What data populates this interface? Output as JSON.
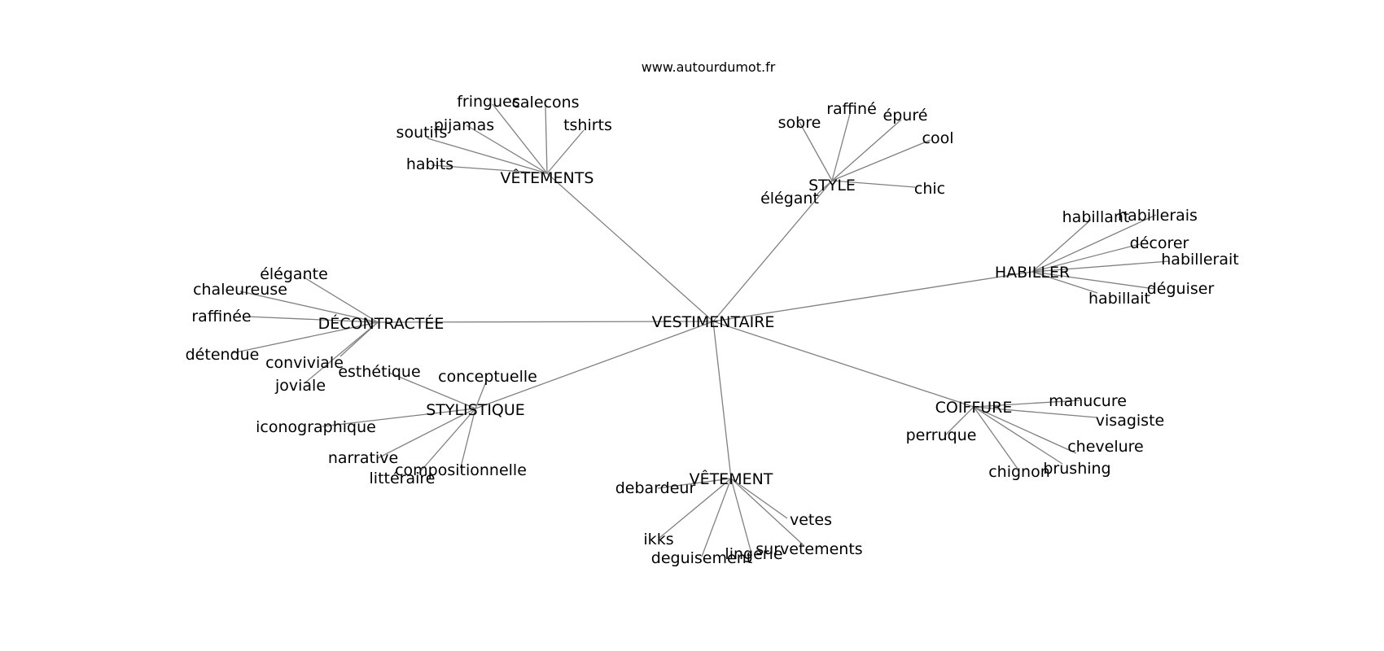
{
  "header": {
    "source_text": "www.autourdumot.fr"
  },
  "graph": {
    "root": "VESTIMENTAIRE",
    "groups": [
      {
        "hub": "VÊTEMENTS",
        "leaves": [
          "fringues",
          "calecons",
          "pijamas",
          "tshirts",
          "soutifs",
          "habits"
        ]
      },
      {
        "hub": "STYLE",
        "leaves": [
          "sobre",
          "raffiné",
          "épuré",
          "cool",
          "chic",
          "élégant"
        ]
      },
      {
        "hub": "HABILLER",
        "leaves": [
          "habillant",
          "habillerais",
          "décorer",
          "habillerait",
          "déguiser",
          "habillait"
        ]
      },
      {
        "hub": "DÉCONTRACTÉE",
        "leaves": [
          "élégante",
          "chaleureuse",
          "raffinée",
          "détendue",
          "conviviale",
          "joviale"
        ]
      },
      {
        "hub": "STYLISTIQUE",
        "leaves": [
          "esthétique",
          "conceptuelle",
          "iconographique",
          "narrative",
          "compositionnelle",
          "littéraire"
        ]
      },
      {
        "hub": "VÊTEMENT",
        "leaves": [
          "debardeur",
          "vetes",
          "ikks",
          "surveтements",
          "lingerie",
          "deguisement"
        ]
      },
      {
        "hub": "COIFFURE",
        "leaves": [
          "manucure",
          "visagiste",
          "perruque",
          "chevelure",
          "brushing",
          "chignon"
        ]
      }
    ]
  }
}
